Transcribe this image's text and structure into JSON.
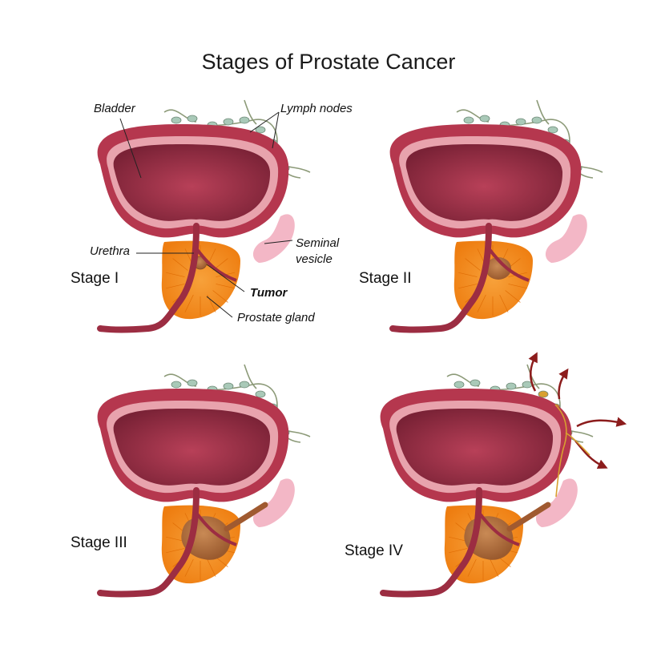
{
  "title": "Stages of Prostate Cancer",
  "panels": [
    {
      "stage": "Stage I",
      "tumor_level": 1,
      "metastasis": false
    },
    {
      "stage": "Stage II",
      "tumor_level": 2,
      "metastasis": false
    },
    {
      "stage": "Stage III",
      "tumor_level": 3,
      "metastasis": false
    },
    {
      "stage": "Stage IV",
      "tumor_level": 4,
      "metastasis": true
    }
  ],
  "labels": {
    "bladder": "Bladder",
    "lymph_nodes": "Lymph nodes",
    "seminal_vesicle_1": "Seminal",
    "seminal_vesicle_2": "vesicle",
    "urethra": "Urethra",
    "tumor": "Tumor",
    "prostate_gland": "Prostate gland"
  },
  "colors": {
    "bladder_outer": "#b5374e",
    "bladder_wall": "#e8a3ad",
    "bladder_inner": "#8a2a3e",
    "prostate": "#f28a18",
    "tumor": "#b06a3a",
    "lymph_node": "#a9c9b8",
    "lymph_vessel": "#8c9a78",
    "seminal_vesicle": "#f3b7c6",
    "metastasis_arrow": "#8c1c1c",
    "metastatic_node": "#d8a030"
  }
}
